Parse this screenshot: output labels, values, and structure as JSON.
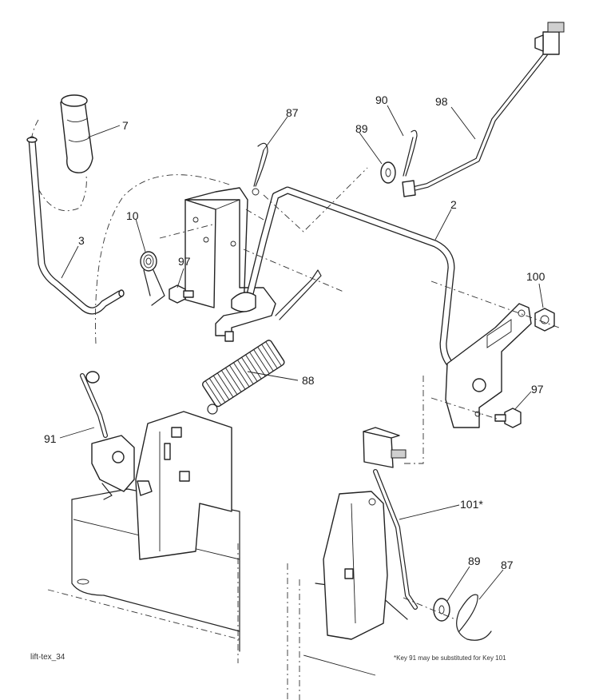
{
  "diagram": {
    "callouts": [
      {
        "id": "c7",
        "label": "7"
      },
      {
        "id": "c87a",
        "label": "87"
      },
      {
        "id": "c90",
        "label": "90"
      },
      {
        "id": "c98",
        "label": "98"
      },
      {
        "id": "c89a",
        "label": "89"
      },
      {
        "id": "c10",
        "label": "10"
      },
      {
        "id": "c2",
        "label": "2"
      },
      {
        "id": "c3",
        "label": "3"
      },
      {
        "id": "c97a",
        "label": "97"
      },
      {
        "id": "c100",
        "label": "100"
      },
      {
        "id": "c88",
        "label": "88"
      },
      {
        "id": "c97b",
        "label": "97"
      },
      {
        "id": "c91",
        "label": "91"
      },
      {
        "id": "c101",
        "label": "101*"
      },
      {
        "id": "c89b",
        "label": "89"
      },
      {
        "id": "c87b",
        "label": "87"
      }
    ]
  },
  "footer": {
    "figure_id": "lift-tex_34",
    "note": "*Key 91 may be substituted for Key 101"
  }
}
